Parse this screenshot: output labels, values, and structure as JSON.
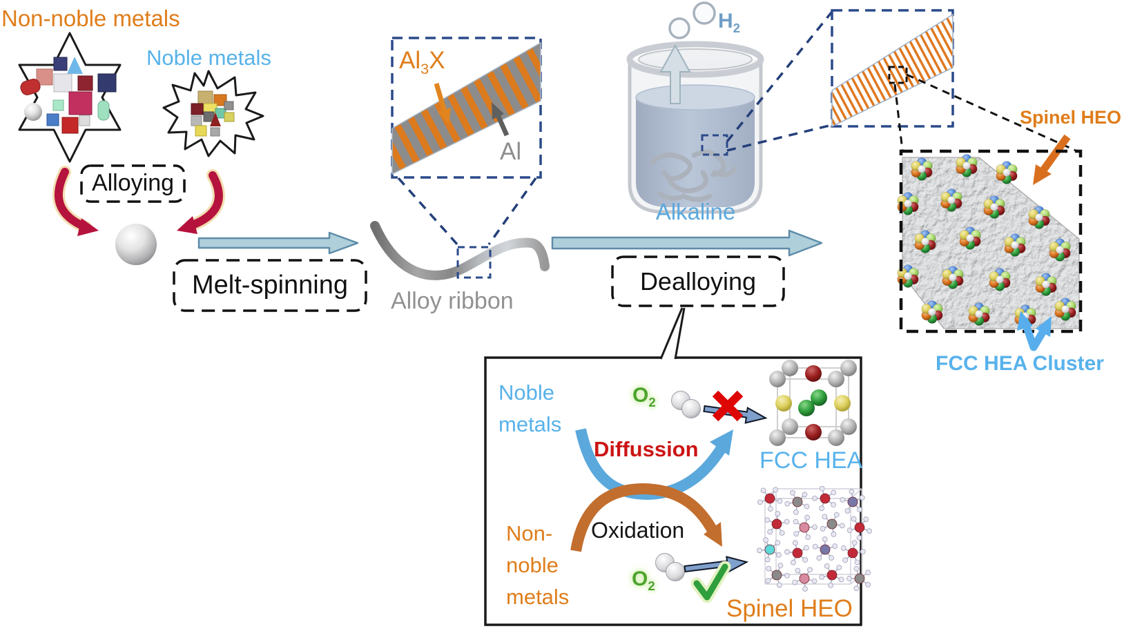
{
  "figure": {
    "stage1": {
      "non_noble_metals": "Non-noble metals",
      "noble_metals": "Noble metals",
      "alloying": "Alloying"
    },
    "stage2": {
      "melt_spinning": "Melt-spinning",
      "alloy_ribbon": "Alloy ribbon",
      "al3x_base": "Al",
      "al3x_sub": "3",
      "al3x_post": "X",
      "al": "Al"
    },
    "stage3": {
      "h2_base": "H",
      "h2_sub": "2",
      "alkaline": "Alkaline",
      "dealloying": "Dealloying"
    },
    "product": {
      "spinel_heo": "Spinel HEO",
      "fcc_hea_cluster": "FCC HEA Cluster"
    },
    "mechanism": {
      "noble_metals": "Noble\nmetals",
      "diffusion": "Diffussion",
      "o2_base": "O",
      "o2_sub": "2",
      "fcc_hea": "FCC HEA",
      "non_noble_metals": "Non-\nnoble\nmetals",
      "oxidation": "Oxidation",
      "spinel_heo": "Spinel HEO"
    },
    "colors": {
      "orange_accent": "#DF7D1A",
      "blue_accent": "#57B2EA",
      "steel_blue_text": "#6E9EC6",
      "alkaline_blue": "#5CA8DC",
      "red_text": "#CC1414",
      "green_o2": "#4CA32C",
      "gray_text": "#919191",
      "navy_dash": "#2A4A8A",
      "flow_arrow_fill": "#AFCFDB",
      "flow_arrow_edge": "#5E8CA8",
      "swoosh_blue": "#5BA8DC",
      "swoosh_orange": "#C26E2E",
      "crimson_arrow": "#B5123E",
      "check_green": "#2F9E3C",
      "cross_red": "#DE0505",
      "stripe_orange": "#DC7A1E",
      "stripe_gray": "#8C8C8C",
      "cluster_palette": [
        "#4E86D8",
        "#A8D86A",
        "#8E1F1F",
        "#2F9E3C",
        "#D9731F",
        "#E6D158",
        "#E8E8E8"
      ]
    },
    "icons": {
      "six-point-star-icon": "hexagram outline holding non-noble metal shapes",
      "burst-star-icon": "burst star outline holding noble metal cubes",
      "curved-red-arrow-icon": "crimson curved alloying arrow",
      "alloy-sphere-icon": "silver alloy ball",
      "flow-arrow-icon": "light blue process arrow",
      "zoom-inset-icon": "dashed magnifier box",
      "ribbon-icon": "gray melt-spun ribbon",
      "beaker-icon": "glass beaker with alkaline solution and ribbons",
      "bubble-icon": "hydrogen gas bubbles",
      "up-arrow-icon": "gas release arrow",
      "o2-molecule-icon": "white diatomic oxygen molecule",
      "cross-icon": "red X no-oxidation mark",
      "check-icon": "green check oxidation mark",
      "fcc-crystal-icon": "FCC unit cell model",
      "spinel-crystal-icon": "spinel oxide ball-and-stick model",
      "hea-cluster-icon": "multicolor FCC HEA atom cluster",
      "spinel-arrow-icon": "orange pointer arrow",
      "cluster-arrow-icon": "blue V pointer arrow",
      "microstructure-image": "wrinkled spinel HEO surface with HEA clusters"
    }
  }
}
